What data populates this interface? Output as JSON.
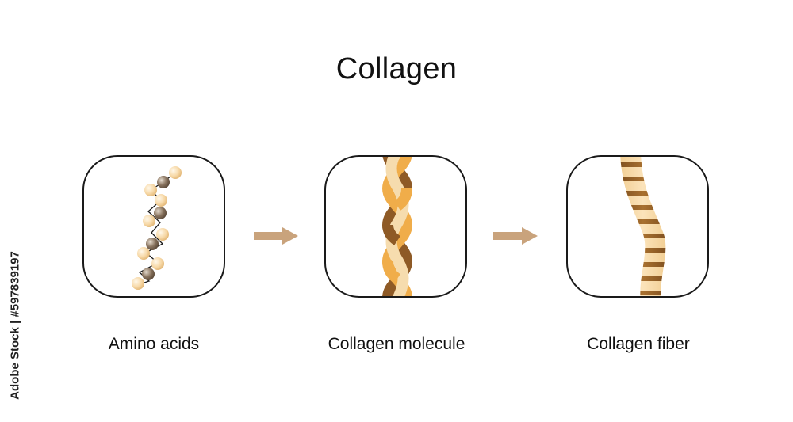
{
  "title": "Collagen",
  "stages": [
    {
      "label": "Amino acids"
    },
    {
      "label": "Collagen molecule"
    },
    {
      "label": "Collagen fiber"
    }
  ],
  "watermark": "Adobe Stock | #597839197",
  "colors": {
    "light_bead": "#f7d9a8",
    "dark_bead": "#8a7560",
    "strand_light": "#f6dcae",
    "strand_orange": "#f0ad4a",
    "strand_brown": "#8e5a26",
    "arrow": "#c9a37c",
    "border": "#1a1a1a"
  }
}
